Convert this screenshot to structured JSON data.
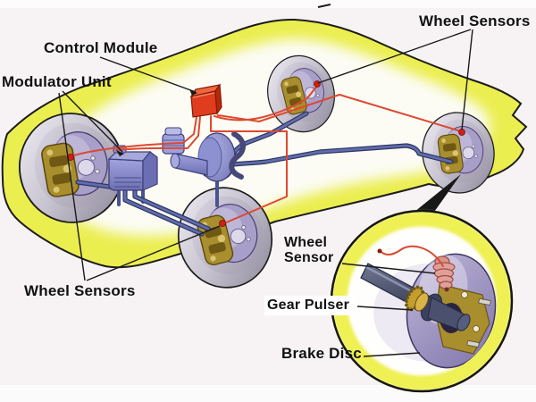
{
  "diagram": {
    "labels": {
      "control_module": "Control Module",
      "modulator_unit": "Modulator Unit",
      "wheel_sensors_top": "Wheel Sensors",
      "wheel_sensors_bottom": "Wheel Sensors",
      "inset_wheel_sensor": "Wheel\nSensor",
      "inset_gear_pulser": "Gear Pulser",
      "inset_brake_disc": "Brake Disc"
    },
    "colors": {
      "background": "#f7f3f5",
      "outline": "#1a1a1a",
      "label_text": "#111111",
      "car_body": "#ebee4f",
      "control_module": "#e03c1e",
      "hydraulic_unit": "#8e90cc",
      "brake_line": "#5f6cae",
      "sensor_wire": "#dd4830",
      "sensor_dot": "#cf2010",
      "brake_disc": "#a89fc9",
      "hub_gold": "#a98e2e",
      "inset_ring": "#eef052"
    }
  }
}
